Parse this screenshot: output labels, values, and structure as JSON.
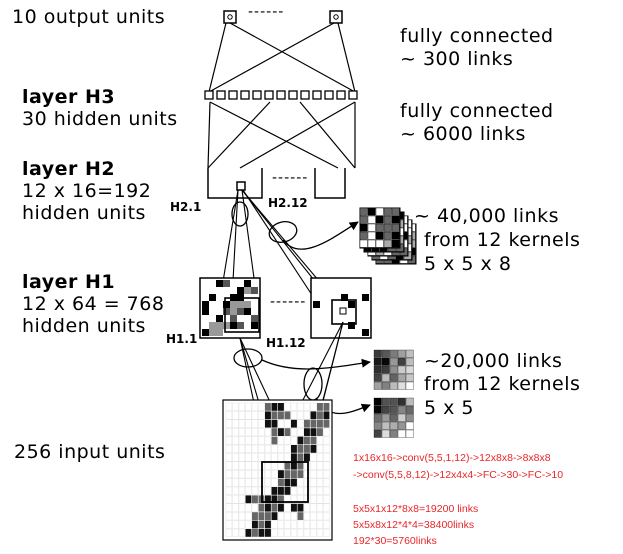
{
  "labels": {
    "output": "10 output units",
    "h3_title": "layer H3",
    "h3_units": "30 hidden units",
    "h2_title": "layer H2",
    "h2_units_line1": "12 x 16=192",
    "h2_units_line2": "hidden units",
    "h1_title": "layer H1",
    "h1_units_line1": "12 x 64 = 768",
    "h1_units_line2": "hidden units",
    "input": "256 input units"
  },
  "connections": {
    "top_line1": "fully connected",
    "top_line2": "~ 300 links",
    "mid_line1": "fully connected",
    "mid_line2": "~ 6000 links"
  },
  "kernels": {
    "h2_line1": "~ 40,000 links",
    "h2_line2": "from 12 kernels",
    "h2_line3": "5 x 5 x 8",
    "h1_line1": "~20,000 links",
    "h1_line2": "from 12 kernels",
    "h1_line3": "5 x 5"
  },
  "map_labels": {
    "h2_1": "H2.1",
    "h2_12": "H2.12",
    "h1_1": "H1.1",
    "h1_12": "H1.12"
  },
  "dots": "------",
  "notes": [
    "1x16x16->conv(5,5,1,12)->12x8x8->8x8x8",
    "->conv(5,5,8,12)->12x4x4->FC->30->FC->10",
    "5x5x1x12*8x8=19200 links",
    "5x5x8x12*4*4=38400links",
    "192*30=5760links"
  ],
  "colors": {
    "note_red": "#e8262a",
    "ink": "#000000"
  }
}
